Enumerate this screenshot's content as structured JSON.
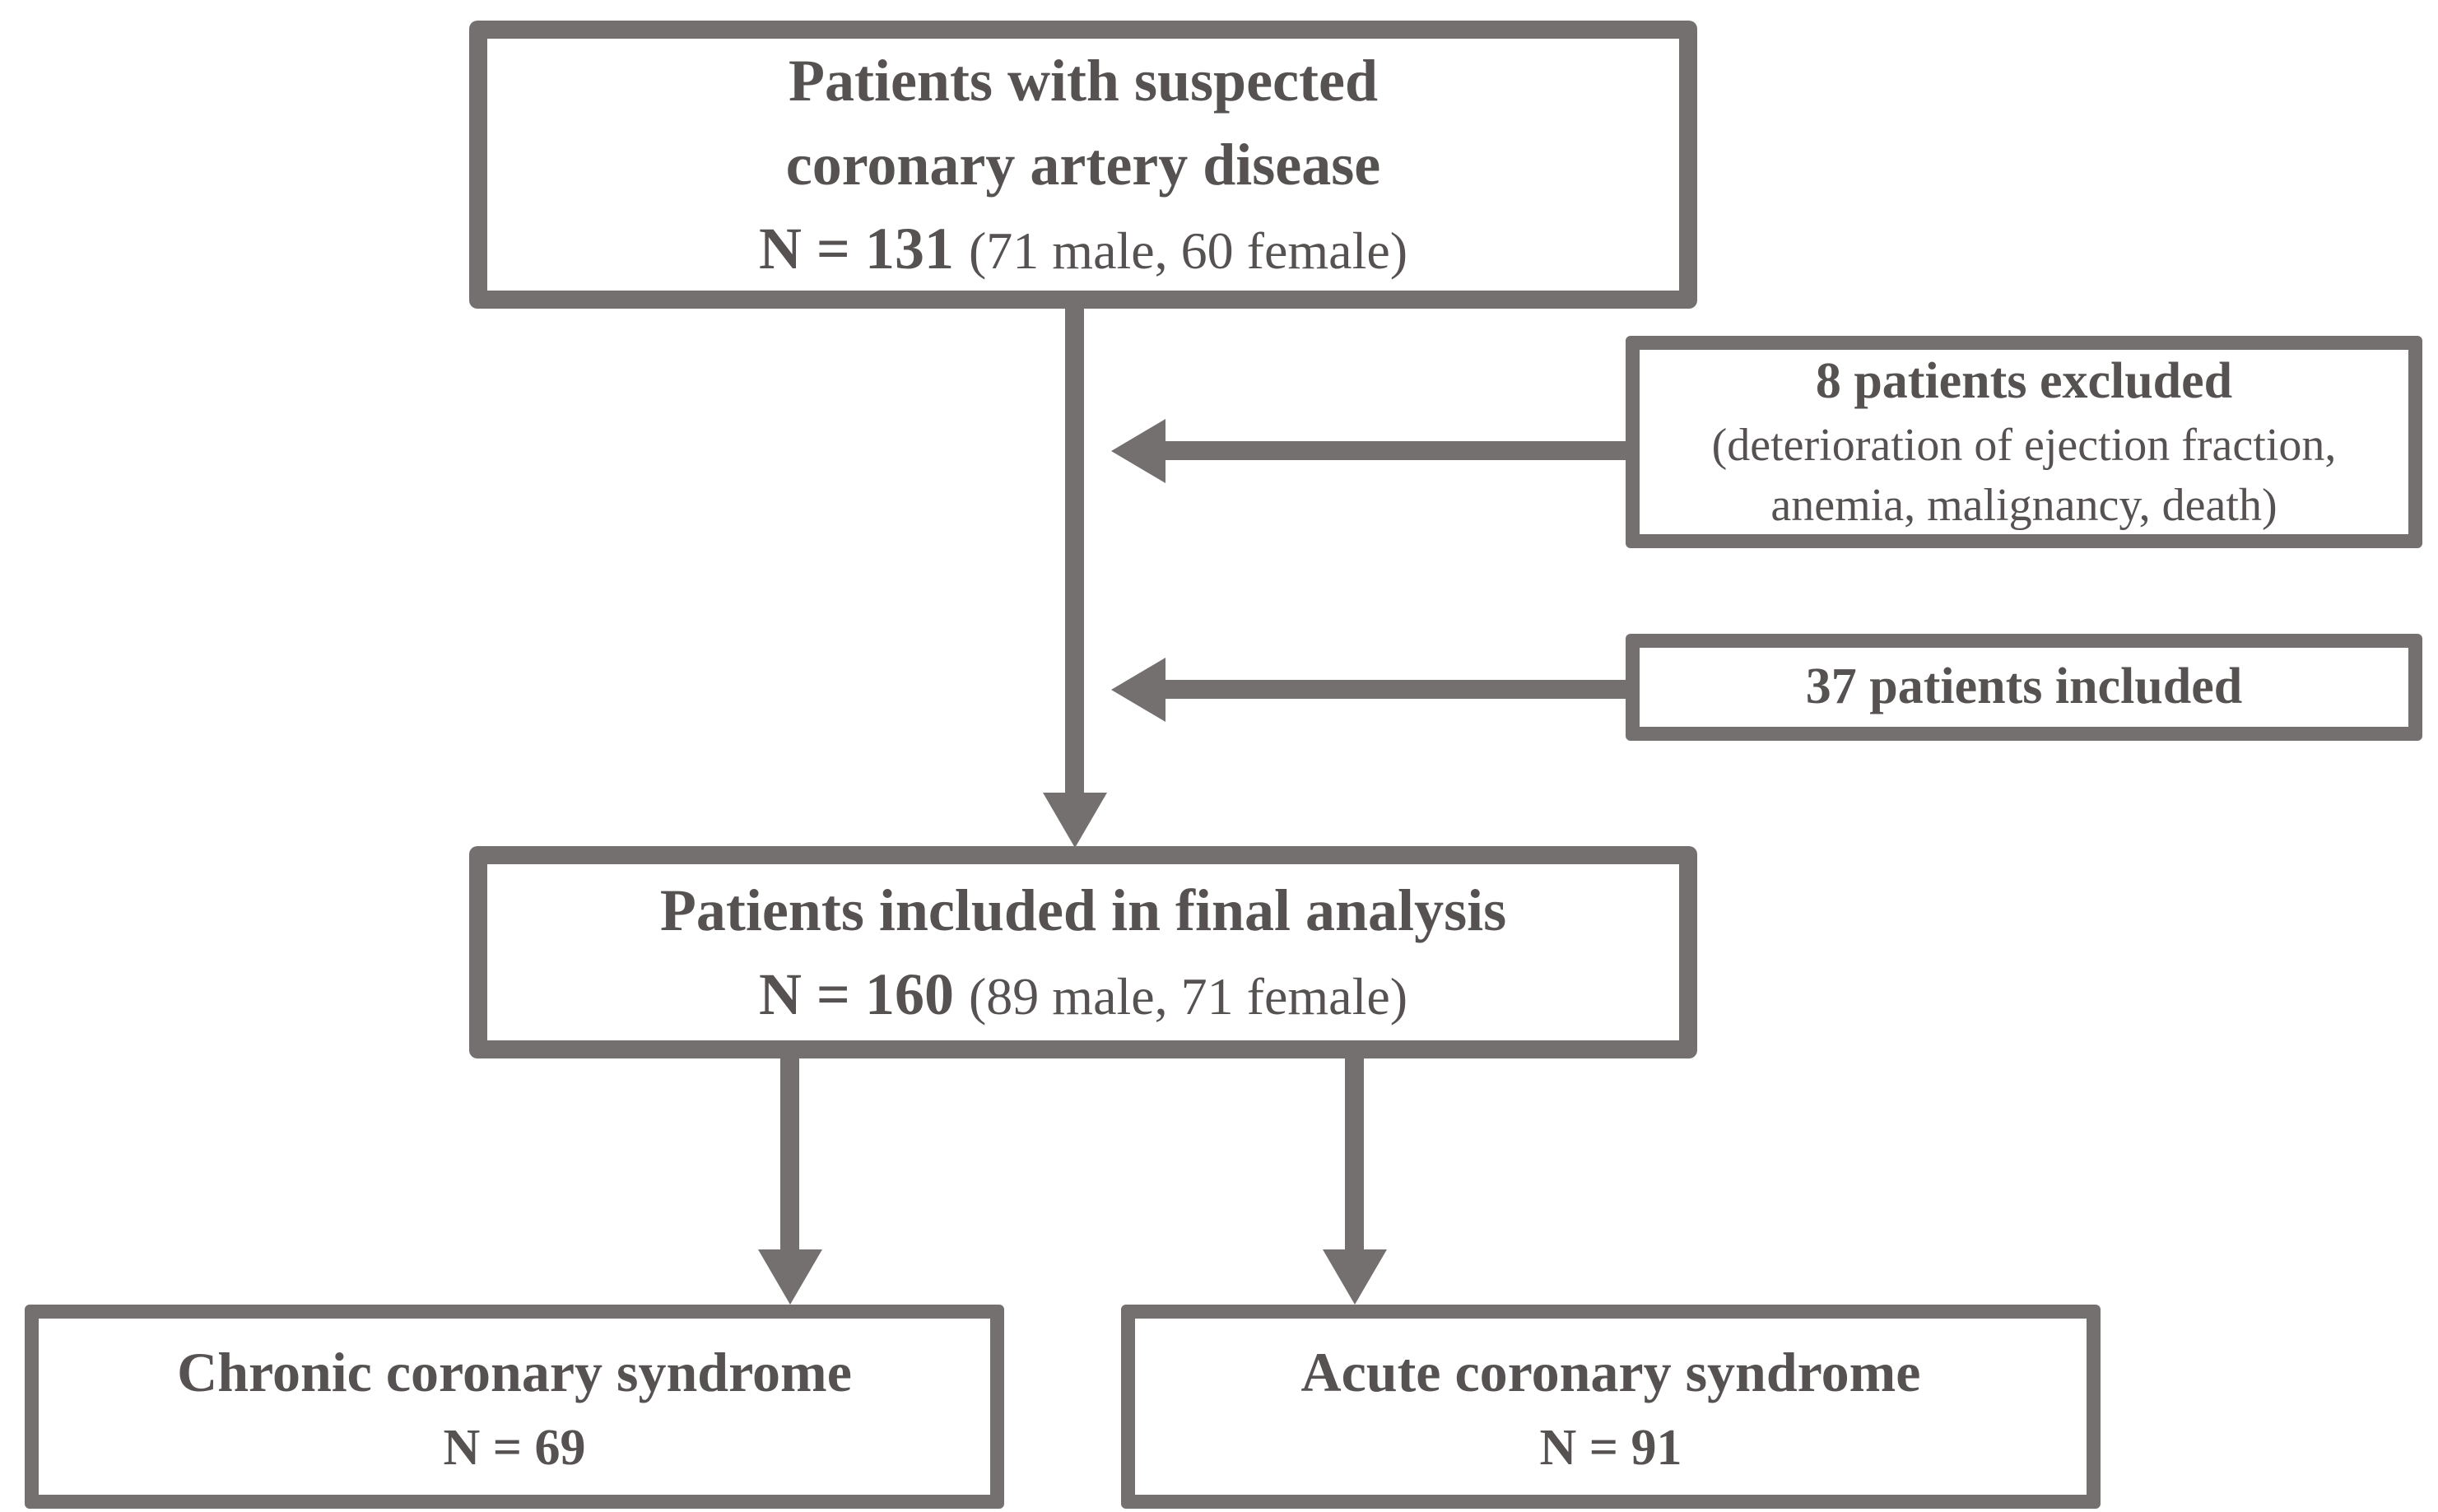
{
  "diagram": {
    "top_box": {
      "line1": "Patients with suspected",
      "line2": "coronary artery disease",
      "n": "N = 131",
      "n_detail": "(71 male, 60 female)"
    },
    "excluded_box": {
      "line1": "8 patients excluded",
      "line2": "(deterioration of ejection fraction,",
      "line3": "anemia, malignancy, death)"
    },
    "included_box": {
      "line1": "37 patients included"
    },
    "final_box": {
      "line1": "Patients included in final analysis",
      "n": "N = 160",
      "n_detail": "(89 male, 71 female)"
    },
    "chronic_box": {
      "line1": "Chronic coronary syndrome",
      "line2": "N = 69"
    },
    "acute_box": {
      "line1": "Acute coronary syndrome",
      "line2": "N = 91"
    },
    "colors": {
      "line_gray": "#757070",
      "text_gray": "#575252",
      "background": "#ffffff"
    }
  }
}
